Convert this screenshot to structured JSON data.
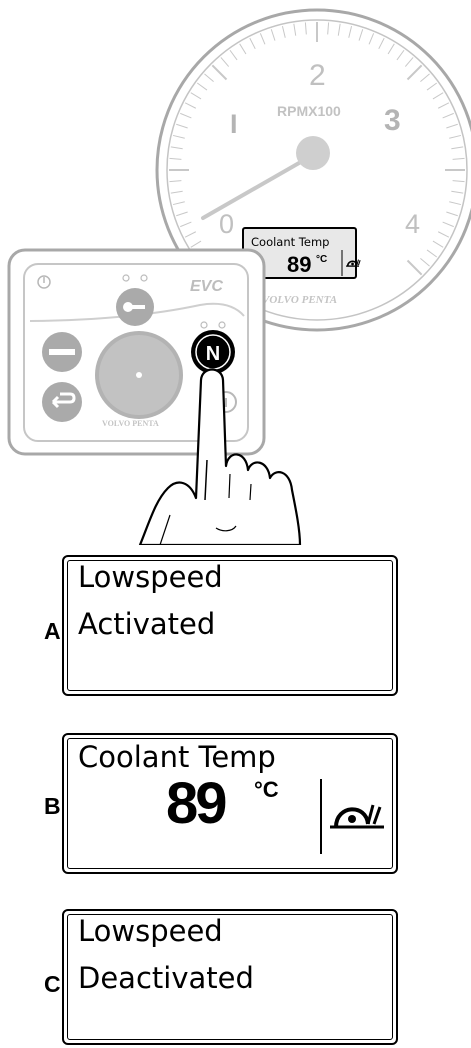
{
  "tachometer": {
    "scale_numbers": [
      "0",
      "I",
      "2",
      "3",
      "4"
    ],
    "unit_label": "RPMX100",
    "brand_mark": "VOLVO PENTA",
    "display": {
      "title": "Coolant Temp",
      "value": "89",
      "unit": "°C",
      "icon": "lowspeed-snail-icon"
    }
  },
  "control_panel": {
    "brand_logo": "EVC",
    "brand_mark": "VOLVO PENTA",
    "buttons": [
      {
        "name": "key-button",
        "icon": "key-icon"
      },
      {
        "name": "minus-button",
        "icon": "minus-icon"
      },
      {
        "name": "return-button",
        "icon": "return-arrow-icon"
      },
      {
        "name": "neutral-button",
        "label": "N"
      }
    ],
    "indicator_icon": "info-icon"
  },
  "hand": {
    "icon": "pointing-finger-icon"
  },
  "panels": [
    {
      "letter": "A",
      "lines": [
        "Lowspeed",
        "Activated"
      ]
    },
    {
      "letter": "B",
      "title": "Coolant Temp",
      "value": "89",
      "unit": "°C",
      "icon": "lowspeed-snail-icon"
    },
    {
      "letter": "C",
      "lines": [
        "Lowspeed",
        "Deactivated"
      ]
    }
  ]
}
